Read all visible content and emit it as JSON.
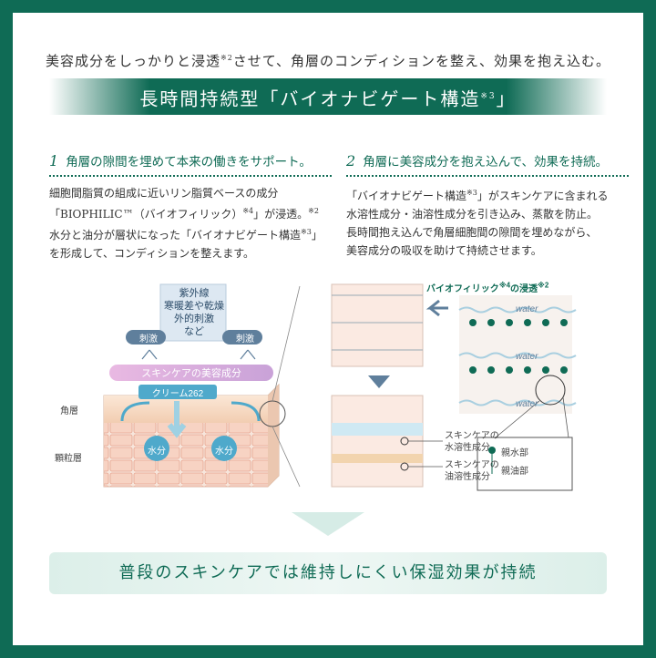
{
  "tagline": {
    "main": "美容成分をしっかりと浸透",
    "note": "※2",
    "rest": "させて、角層のコンディションを整え、効果を抱え込む。"
  },
  "banner": {
    "text": "長時間持続型「バイオナビゲート構造",
    "note": "※3",
    "end": "」"
  },
  "point1": {
    "num": "1",
    "title": "角層の隙間を埋めて本来の働きをサポート。",
    "line1": "細胞間脂質の組成に近いリン脂質ベースの成分",
    "line2a": "「BIOPHILIC™（バイオフィリック）",
    "line2note1": "※4",
    "line2b": "」が浸透。",
    "line2note2": "※2",
    "line3a": "水分と油分が層状になった「バイオナビゲート構造",
    "line3note": "※3",
    "line3b": "」",
    "line4": "を形成して、コンディションを整えます。"
  },
  "point2": {
    "num": "2",
    "title": "角層に美容成分を抱え込んで、効果を持続。",
    "line1a": "「バイオナビゲート構造",
    "line1note": "※3",
    "line1b": "」がスキンケアに含まれる",
    "line2": "水溶性成分・油溶性成分を引き込み、蒸散を防止。",
    "line3": "長時間抱え込んで角層細胞間の隙間を埋めながら、",
    "line4": "美容成分の吸収を助けて持続させます。"
  },
  "diagram": {
    "stress_box": [
      "紫外線",
      "寒暖差や乾燥",
      "外的刺激",
      "など"
    ],
    "irritation": "刺激",
    "skincare_bar": "スキンケアの美容成分",
    "cream_label": "クリーム262",
    "water_bubble": "水分",
    "layer_stratum": "角層",
    "layer_granular": "顆粒層",
    "biophilic_a": "バイオフィリック",
    "biophilic_note1": "※4",
    "biophilic_b": "の浸透",
    "biophilic_note2": "※2",
    "water_word": "water",
    "legend_water_1": "スキンケアの",
    "legend_water_2": "水溶性成分",
    "legend_oil_1": "スキンケアの",
    "legend_oil_2": "油溶性成分",
    "hydrophilic": "親水部",
    "lipophilic": "親油部"
  },
  "bottom": {
    "text": "普段のスキンケアでは維持しにくい保湿効果が持続"
  },
  "colors": {
    "brand": "#0f6b55",
    "water": "#5ab2cf",
    "pink": "#e7a48f"
  }
}
